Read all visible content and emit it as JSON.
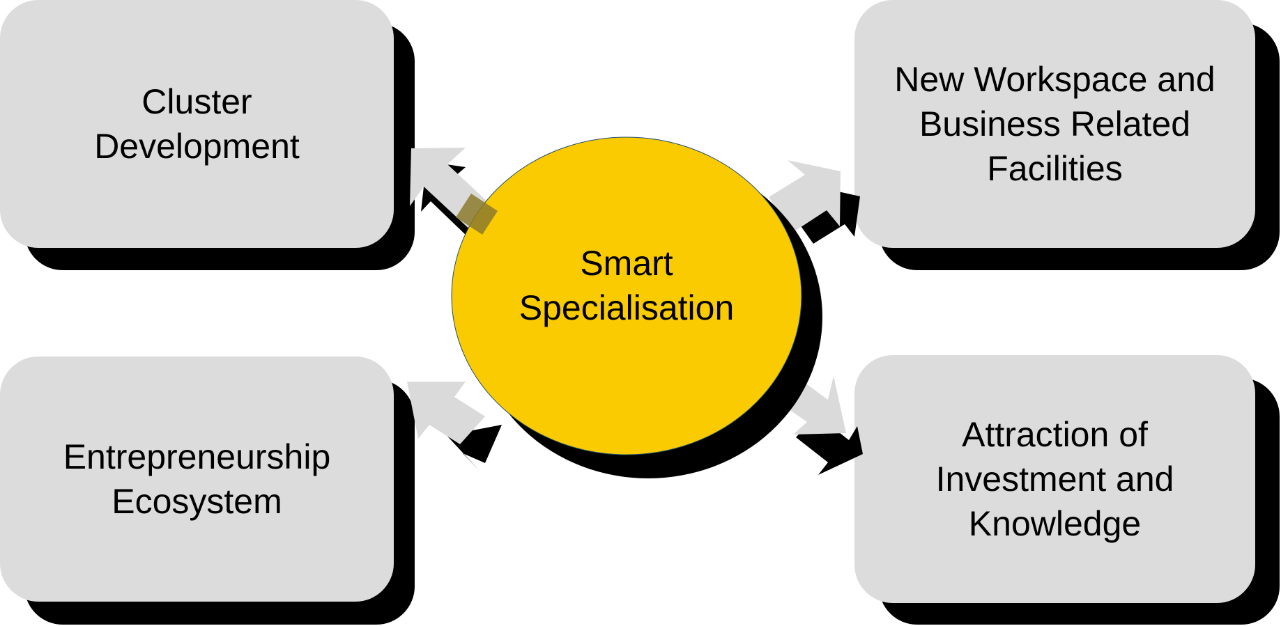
{
  "diagram": {
    "center": {
      "text": "Smart\nSpecialisation",
      "fill": "#FACB00"
    },
    "boxes": [
      {
        "id": "cluster",
        "text": "Cluster\nDevelopment"
      },
      {
        "id": "workspace",
        "text": "New Workspace and\nBusiness Related\nFacilities"
      },
      {
        "id": "entrepreneurship",
        "text": "Entrepreneurship\nEcosystem"
      },
      {
        "id": "attraction",
        "text": "Attraction of\nInvestment and\nKnowledge"
      }
    ],
    "colors": {
      "box_fill": "#DCDCDC",
      "shadow": "#000000",
      "arrow_fill": "#DADADA"
    }
  }
}
